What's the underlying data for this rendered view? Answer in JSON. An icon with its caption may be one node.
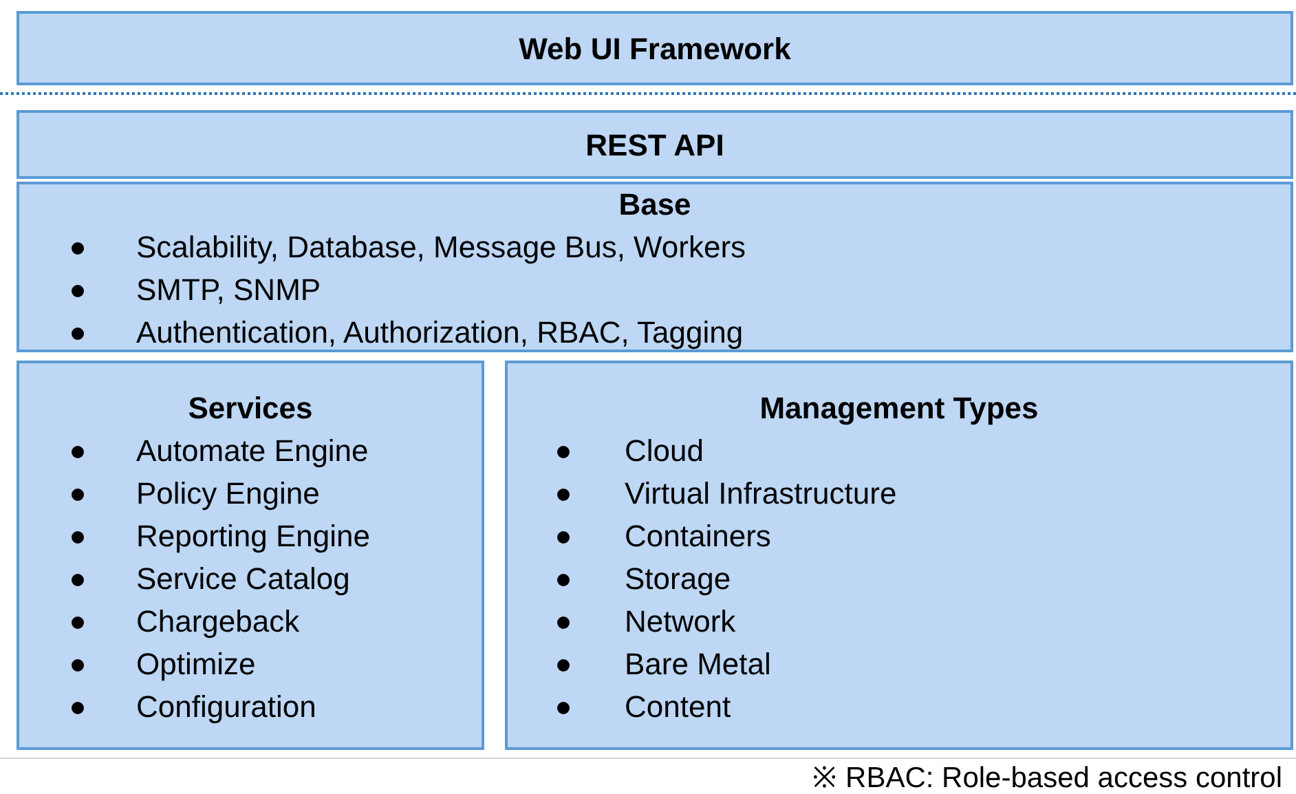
{
  "diagram": {
    "nodes": [
      {
        "text": [
          "Web UI Framework"
        ]
      },
      {
        "text": [
          "REST API"
        ]
      },
      {
        "text": [
          "Base",
          "Scalability, Database, Message Bus, Workers",
          "SMTP, SNMP",
          "Authentication, Authorization, RBAC, Tagging"
        ]
      },
      {
        "text": [
          "Services",
          "Automate Engine",
          "Policy Engine",
          "Reporting Engine",
          "Service Catalog",
          "Chargeback",
          "Optimize",
          "Configuration"
        ]
      },
      {
        "text": [
          "Management Types",
          "Cloud",
          "Virtual Infrastructure",
          "Containers",
          "Storage",
          "Network",
          "Bare Metal",
          "Content"
        ]
      }
    ],
    "labels": [
      "※ RBAC: Role-based access control"
    ]
  }
}
